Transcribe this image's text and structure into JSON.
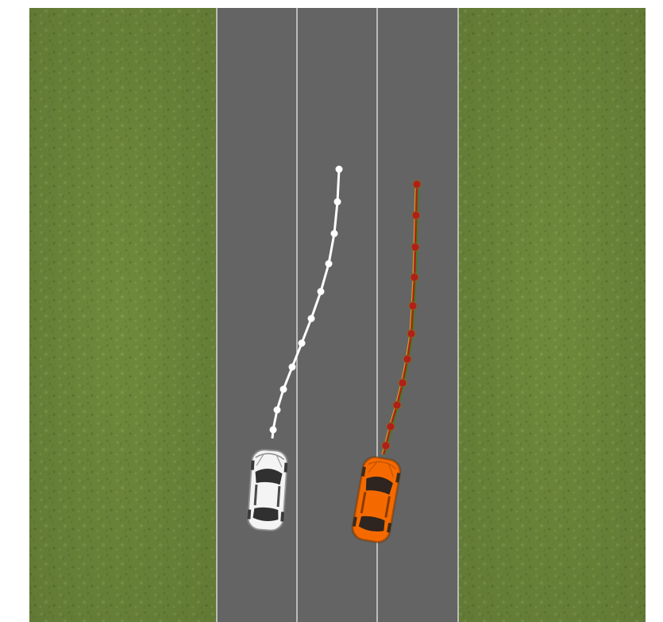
{
  "scene": {
    "type": "top-down driving simulation",
    "lane_count": 3
  },
  "colors": {
    "background": "#ffffff",
    "grass": "#6f8a3c",
    "road": "#646464",
    "lane_line": "#d8d8d8",
    "ego_trajectory": "#ffffff",
    "other_trajectory_red": "#b0201a",
    "other_trajectory_green": "#3f7f22",
    "other_trajectory_yellow": "#c8a020",
    "ego_car": "#f4f4f4",
    "other_car": "#f56a00"
  },
  "vehicles": [
    {
      "id": "white-car",
      "color": "white",
      "icon": "car-icon"
    },
    {
      "id": "orange-car",
      "color": "orange",
      "icon": "car-icon"
    }
  ]
}
